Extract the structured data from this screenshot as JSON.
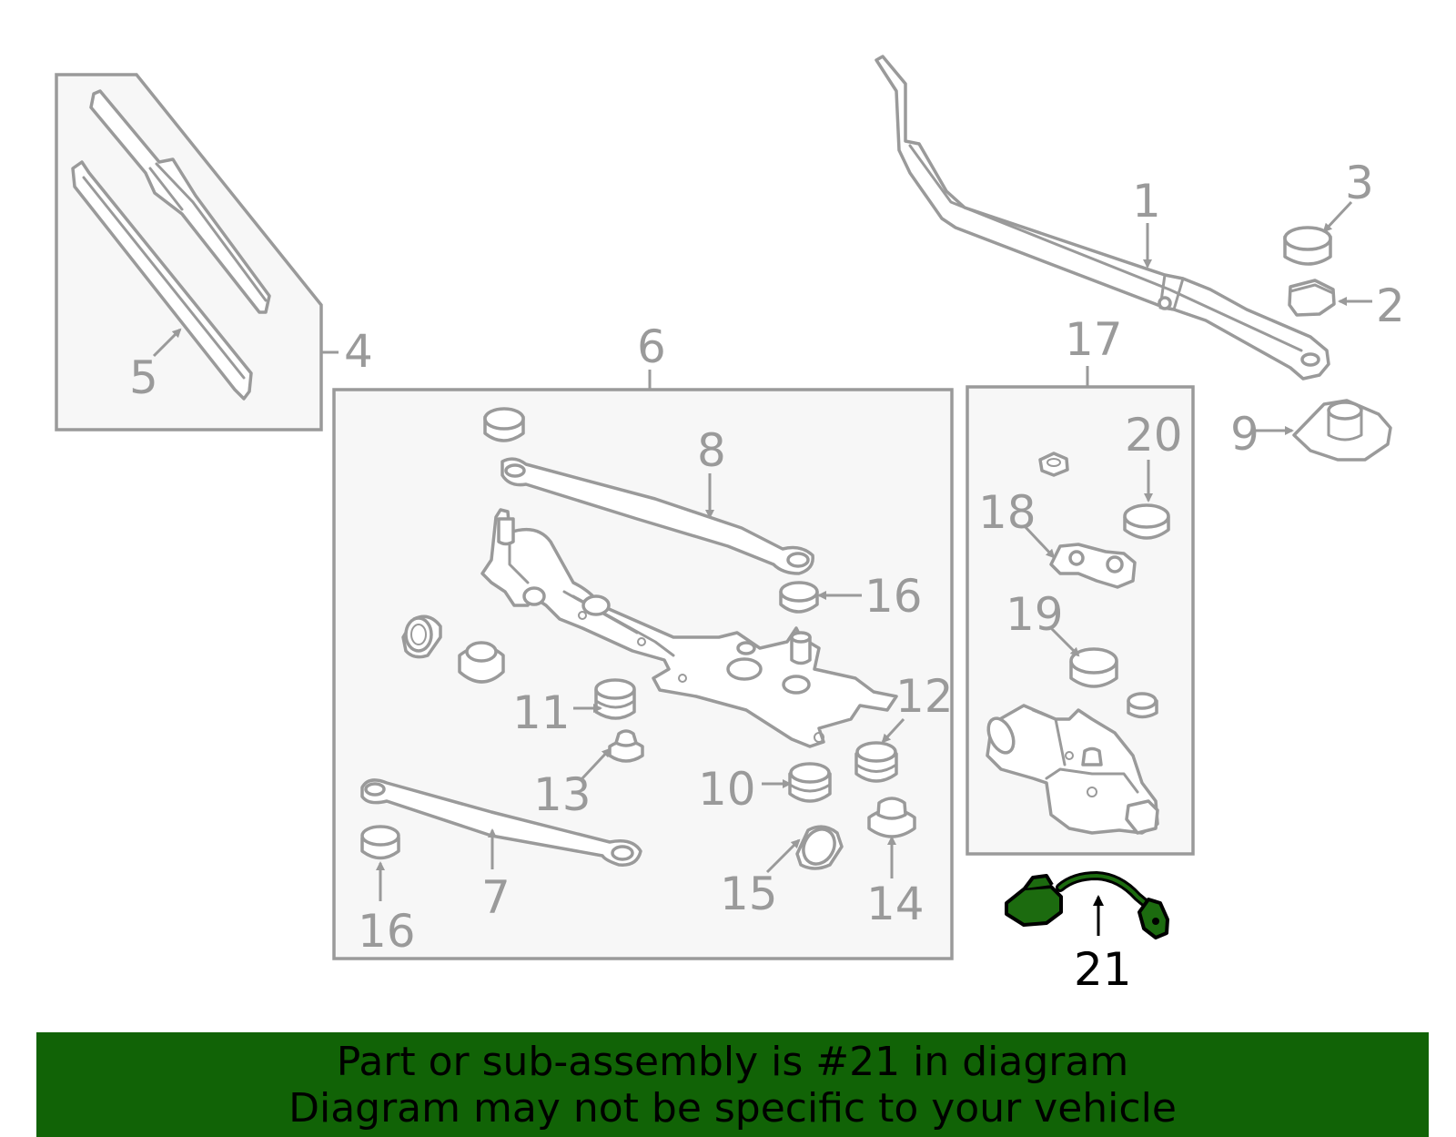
{
  "callouts": {
    "c1": "1",
    "c2": "2",
    "c3": "3",
    "c4": "4",
    "c5": "5",
    "c6": "6",
    "c7": "7",
    "c8": "8",
    "c9": "9",
    "c10": "10",
    "c11": "11",
    "c12": "12",
    "c13": "13",
    "c14": "14",
    "c15": "15",
    "c16a": "16",
    "c16b": "16",
    "c17": "17",
    "c18": "18",
    "c19": "19",
    "c20": "20",
    "c21": "21"
  },
  "highlight": {
    "part": "21",
    "color": "#1c6b0f"
  },
  "banner": {
    "line1": "Part or sub-assembly is #21 in diagram",
    "line2": "Diagram may not be specific to your vehicle",
    "background": "#116306"
  }
}
